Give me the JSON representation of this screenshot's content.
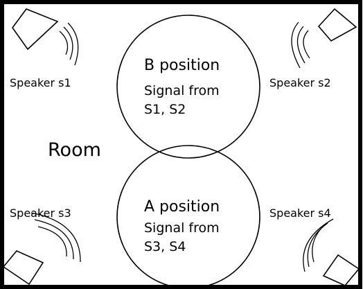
{
  "room": {
    "label": "Room"
  },
  "positions": [
    {
      "id": "b",
      "title": "B position",
      "line1": "Signal from",
      "line2": "S1, S2"
    },
    {
      "id": "a",
      "title": "A position",
      "line1": "Signal from",
      "line2": "S3, S4"
    }
  ],
  "speakers": [
    {
      "id": "s1",
      "label": "Speaker s1"
    },
    {
      "id": "s2",
      "label": "Speaker s2"
    },
    {
      "id": "s3",
      "label": "Speaker s3"
    },
    {
      "id": "s4",
      "label": "Speaker s4"
    }
  ],
  "colors": {
    "line": "#000000",
    "background": "#ffffff"
  }
}
